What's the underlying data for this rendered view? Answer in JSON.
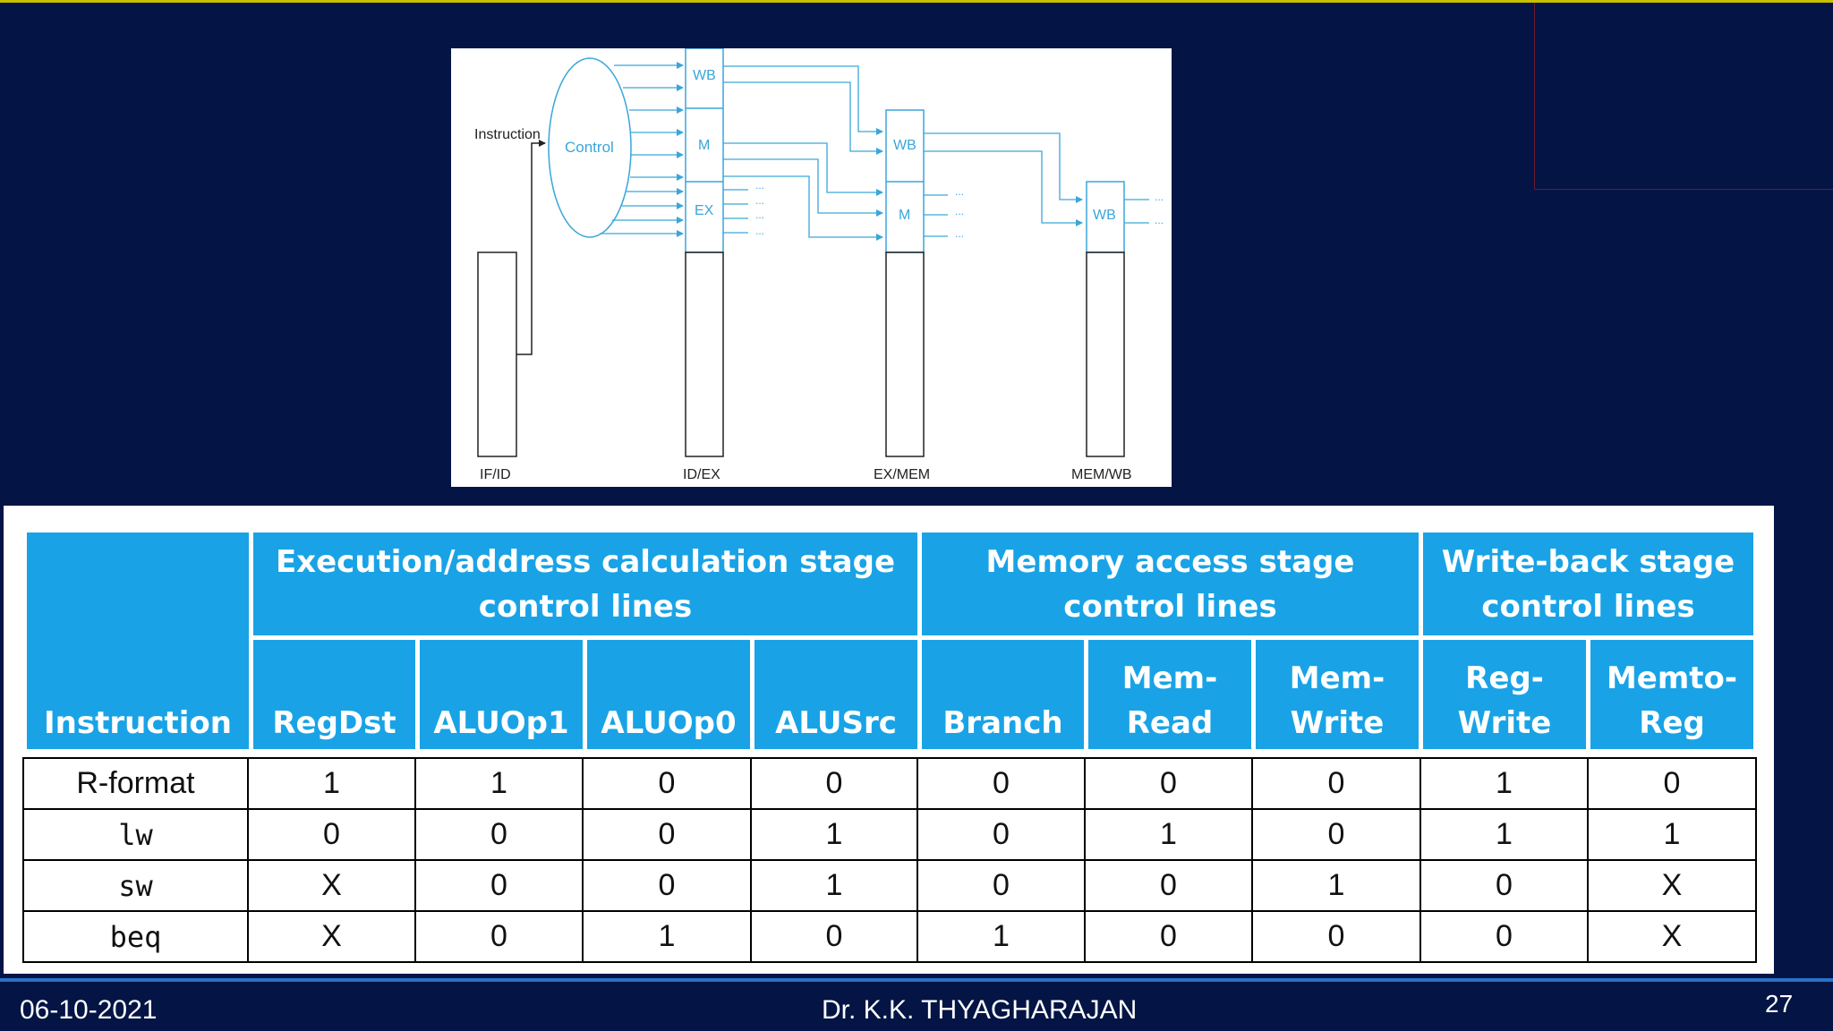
{
  "diagram": {
    "instruction_label": "Instruction",
    "control_label": "Control",
    "pipeline_registers": [
      "IF/ID",
      "ID/EX",
      "EX/MEM",
      "MEM/WB"
    ],
    "fields": {
      "wb": "WB",
      "m": "M",
      "ex": "EX"
    },
    "ellipsis": "..."
  },
  "table": {
    "instruction_header": "Instruction",
    "groups": [
      {
        "lines": [
          "Execution/address calculation stage",
          "control lines"
        ]
      },
      {
        "lines": [
          "Memory access stage",
          "control lines"
        ]
      },
      {
        "lines": [
          "Write-back stage",
          "control lines"
        ]
      }
    ],
    "columns": [
      [
        "RegDst"
      ],
      [
        "ALUOp1"
      ],
      [
        "ALUOp0"
      ],
      [
        "ALUSrc"
      ],
      [
        "Branch"
      ],
      [
        "Mem-",
        "Read"
      ],
      [
        "Mem-",
        "Write"
      ],
      [
        "Reg-",
        "Write"
      ],
      [
        "Memto-",
        "Reg"
      ]
    ],
    "rows": [
      {
        "instruction": "R-format",
        "values": [
          "1",
          "1",
          "0",
          "0",
          "0",
          "0",
          "0",
          "1",
          "0"
        ]
      },
      {
        "instruction": "lw",
        "values": [
          "0",
          "0",
          "0",
          "1",
          "0",
          "1",
          "0",
          "1",
          "1"
        ]
      },
      {
        "instruction": "sw",
        "values": [
          "X",
          "0",
          "0",
          "1",
          "0",
          "0",
          "1",
          "0",
          "X"
        ]
      },
      {
        "instruction": "beq",
        "values": [
          "X",
          "0",
          "1",
          "0",
          "1",
          "0",
          "0",
          "0",
          "X"
        ]
      }
    ]
  },
  "footer": {
    "date": "06-10-2021",
    "author": "Dr. K.K. THYAGHARAJAN",
    "page": "27"
  },
  "colors": {
    "background": "#031445",
    "header_fill": "#19a3e6",
    "diagram_blue": "#3aa6d8",
    "top_rule": "#c9c000",
    "footer_rule": "#2a72c8"
  }
}
